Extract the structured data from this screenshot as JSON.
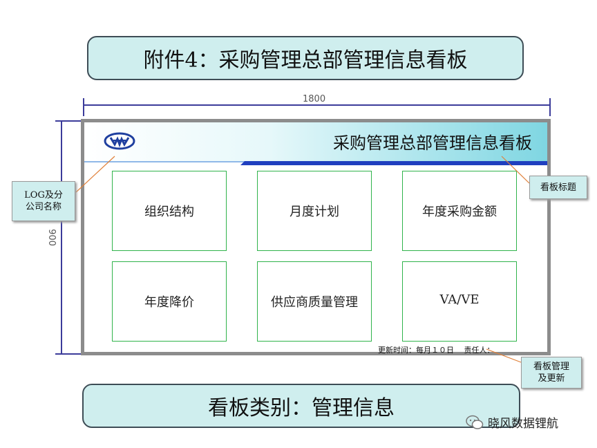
{
  "top_title": "附件4：采购管理总部管理信息看板",
  "bottom_title": "看板类别：管理信息",
  "dimension_width": "1800",
  "dimension_height": "900",
  "board": {
    "title": "采购管理总部管理信息看板",
    "cells": [
      "组织结构",
      "月度计划",
      "年度采购金额",
      "年度降价",
      "供应商质量管理",
      "VA/VE"
    ],
    "footer_note": "更新时间：每月１０日　 责任人："
  },
  "callouts": {
    "logo": [
      "LOG及分",
      "公司名称"
    ],
    "title": [
      "看板标题"
    ],
    "update": [
      "看板管理",
      "及更新"
    ]
  },
  "watermark": "晓风数据锂航",
  "colors": {
    "pill_fill": "#cfeeee",
    "cell_border": "#2fb34a",
    "header_gradient_end": "#7fd6e2",
    "stripe_blue": "#1f3fbf",
    "dimension_line": "#3b3b9a"
  },
  "icons": {
    "logo": "company-logo-emblem",
    "watermark": "wechat-icon"
  }
}
